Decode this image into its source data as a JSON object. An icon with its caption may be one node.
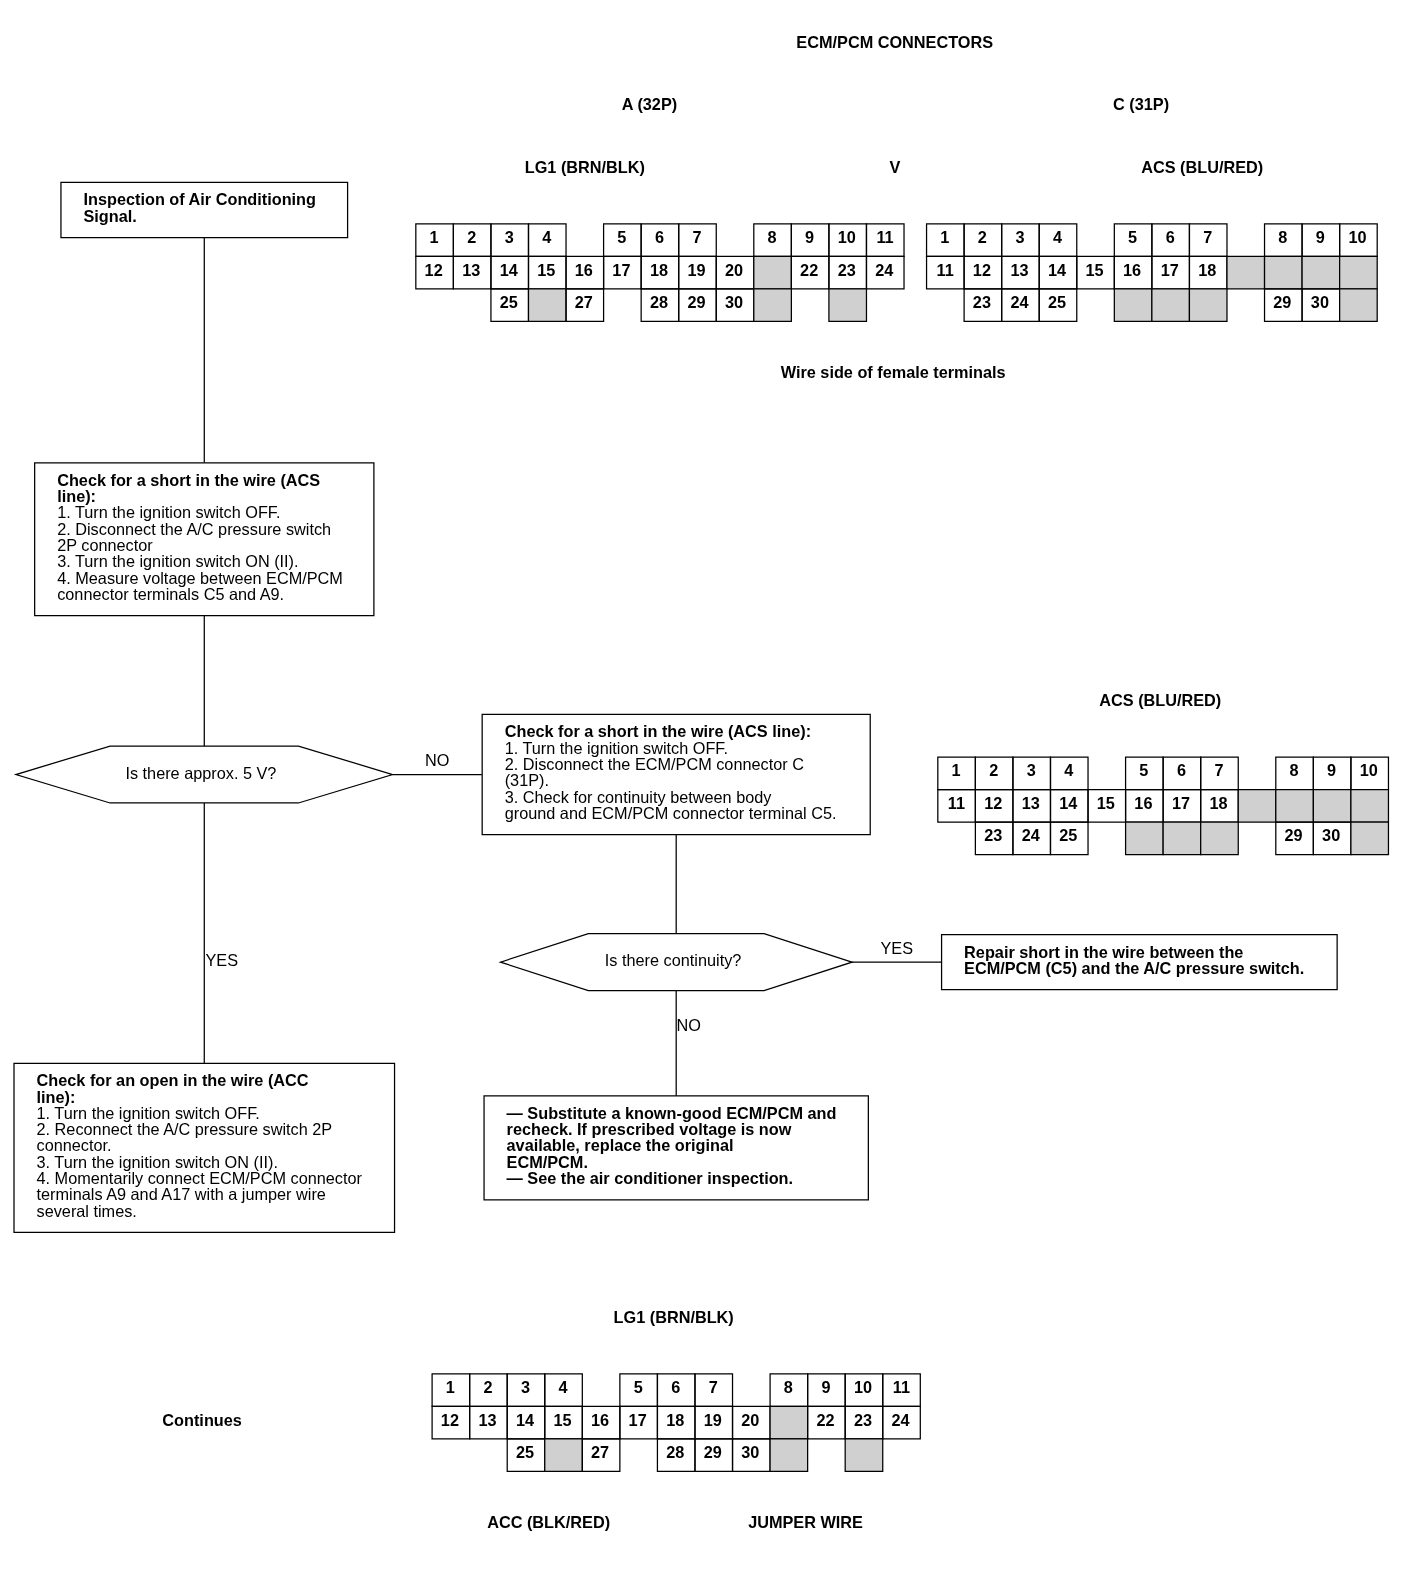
{
  "diagram": {
    "nodes": [
      {
        "text": [
          "Inspection of Air Conditioning Signal."
        ]
      },
      {
        "text": [
          "Check for a short in the wire (ACS line):",
          "1. Turn the ignition switch OFF.",
          "2. Disconnect the A/C pressure switch 2P connector",
          "3. Turn the ignition switch ON (II).",
          "4. Measure voltage between ECM/PCM connector terminals C5 and A9."
        ]
      },
      {
        "text": [
          "Is there approx. 5 V?"
        ]
      },
      {
        "text": [
          "Check for a short in the wire (ACS line):",
          "1. Turn the ignition switch OFF.",
          "2. Disconnect the ECM/PCM connector C (31P).",
          "3. Check for continuity between body ground and ECM/PCM connector terminal C5."
        ]
      },
      {
        "text": [
          "Is there continuity?"
        ]
      },
      {
        "text": [
          "Repair short in the wire between the ECM/PCM (C5) and the A/C pressure switch."
        ]
      },
      {
        "text": [
          "— Substitute a known-good ECM/PCM and recheck. If prescribed voltage is now available, replace the original ECM/PCM.",
          "— See the air conditioner inspection."
        ]
      },
      {
        "text": [
          "Check for an open in the wire (ACC line):",
          "1. Turn the ignition switch OFF.",
          "2. Reconnect the A/C pressure switch 2P connector.",
          "3. Turn the ignition switch ON (II).",
          "4. Momentarily connect ECM/PCM connector terminals A9 and A17 with a jumper wire several times."
        ]
      }
    ],
    "edges": [
      {
        "from": 0,
        "to": 1,
        "arrow": "none"
      },
      {
        "from": 1,
        "to": 2,
        "arrow": "none"
      },
      {
        "from": 2,
        "to": 3,
        "label": "NO",
        "arrow": "none"
      },
      {
        "from": 2,
        "to": 7,
        "label": "YES",
        "arrow": "none"
      },
      {
        "from": 3,
        "to": 4,
        "arrow": "none"
      },
      {
        "from": 4,
        "to": 5,
        "label": "YES",
        "arrow": "none"
      },
      {
        "from": 4,
        "to": 6,
        "label": "NO",
        "arrow": "none"
      }
    ],
    "labels": [
      "ECM/PCM CONNECTORS",
      "A (32P)",
      "C (31P)",
      "LG1 (BRN/BLK)",
      "V",
      "ACS (BLU/RED)",
      "1",
      "2",
      "3",
      "4",
      "5",
      "6",
      "7",
      "8",
      "9",
      "10",
      "11",
      "12",
      "13",
      "14",
      "15",
      "16",
      "17",
      "18",
      "19",
      "20",
      "22",
      "23",
      "24",
      "25",
      "27",
      "28",
      "29",
      "30",
      "1",
      "2",
      "3",
      "4",
      "5",
      "6",
      "7",
      "8",
      "9",
      "10",
      "11",
      "12",
      "13",
      "14",
      "15",
      "16",
      "17",
      "18",
      "23",
      "24",
      "25",
      "29",
      "30",
      "Wire side of female terminals",
      "ACS (BLU/RED)",
      "1",
      "2",
      "3",
      "4",
      "5",
      "6",
      "7",
      "8",
      "9",
      "10",
      "11",
      "12",
      "13",
      "14",
      "15",
      "16",
      "17",
      "18",
      "23",
      "24",
      "25",
      "29",
      "30",
      "LG1 (BRN/BLK)",
      "1",
      "2",
      "3",
      "4",
      "5",
      "6",
      "7",
      "8",
      "9",
      "10",
      "11",
      "12",
      "13",
      "14",
      "15",
      "16",
      "17",
      "18",
      "19",
      "20",
      "22",
      "23",
      "24",
      "25",
      "27",
      "28",
      "29",
      "30",
      "ACC (BLK/RED)",
      "JUMPER WIRE",
      "Continues"
    ]
  }
}
